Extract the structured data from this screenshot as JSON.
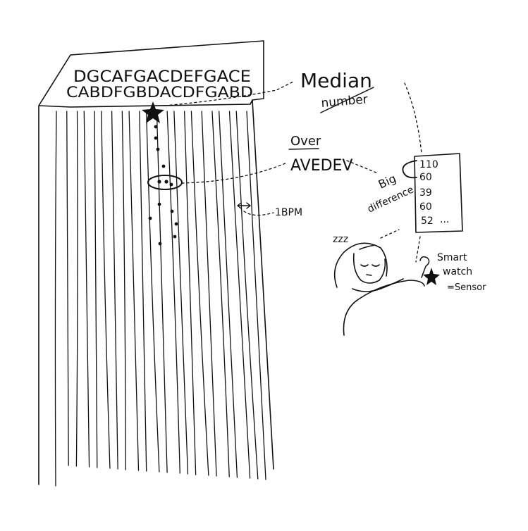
{
  "sheet": {
    "letters_row1": "DGCAFGACDEFGACE",
    "letters_row2": "CABDFGBDACDFGABD",
    "column_count": 22
  },
  "labels": {
    "median_word1": "Median",
    "median_word2": "number",
    "over": "Over",
    "avedev": "AVEDEV",
    "big": "Big",
    "difference": "difference",
    "bpm": "1BPM",
    "zzz": "zzz",
    "smart": "Smart",
    "watch": "watch",
    "sensor": "=Sensor"
  },
  "readings": [
    "110",
    "60",
    "39",
    "60",
    "52"
  ],
  "readings_more": "...",
  "colors": {
    "ink": "#111111",
    "paper": "#ffffff"
  },
  "icons": [
    "star-icon",
    "sleeping-person-icon",
    "smartwatch-icon"
  ]
}
